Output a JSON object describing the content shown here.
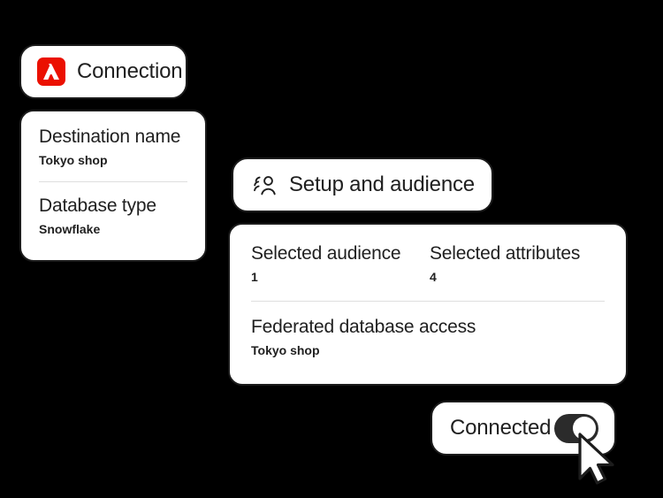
{
  "background_color": "#000000",
  "card_style": {
    "background": "#ffffff",
    "border_color": "#1c1c1c",
    "divider_color": "#dedede"
  },
  "connection_card": {
    "icon": "adobe-logo-icon",
    "brand_color": "#EB1000",
    "label": "Connection"
  },
  "destination_card": {
    "fields": [
      {
        "title": "Destination name",
        "value": "Tokyo shop"
      },
      {
        "title": "Database type",
        "value": "Snowflake"
      }
    ]
  },
  "setup_card": {
    "icon": "audience-group-icon",
    "label": "Setup and audience"
  },
  "audience_card": {
    "columns": [
      {
        "title": "Selected audience",
        "value": "1"
      },
      {
        "title": "Selected attributes",
        "value": "4"
      }
    ],
    "federated": {
      "title": "Federated database access",
      "value": "Tokyo shop"
    }
  },
  "connected_card": {
    "label": "Connected",
    "toggle": {
      "state": "on",
      "track_color": "#2b2b2b",
      "knob_color": "#ffffff"
    }
  },
  "cursor": {
    "icon": "mouse-pointer-arrow-icon"
  }
}
